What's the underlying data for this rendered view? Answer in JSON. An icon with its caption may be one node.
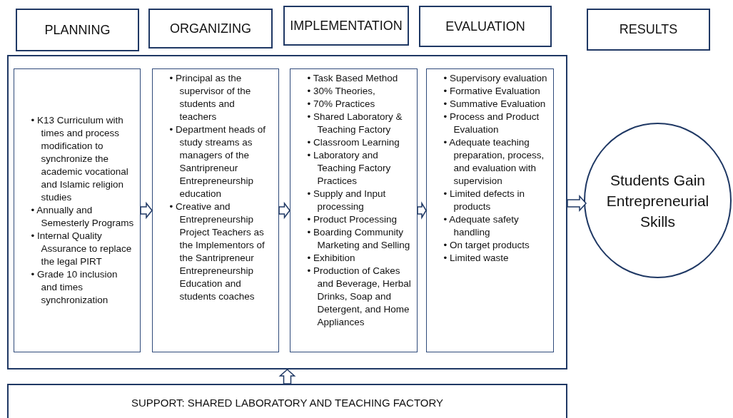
{
  "diagram": {
    "nodes": [
      {
        "text": [
          "PLANNING"
        ]
      },
      {
        "text": [
          "ORGANIZING"
        ]
      },
      {
        "text": [
          "IMPLEMENTATION"
        ]
      },
      {
        "text": [
          "EVALUATION"
        ]
      },
      {
        "text": [
          "RESULTS"
        ]
      },
      {
        "text": [],
        "shape": "box"
      },
      {
        "text": [
          "• K13 Curriculum with times and process modification to synchronize the academic vocational and Islamic religion studies",
          "• Annually and Semesterly Programs",
          "• Internal Quality Assurance to replace the legal PIRT",
          "• Grade 10 inclusion and times synchronization"
        ],
        "in": 5
      },
      {
        "text": [
          "• Principal as the supervisor of the students and teachers",
          "• Department heads of study streams as managers of the Santripreneur Entrepreneurship education",
          "• Creative and Entrepreneurship Project Teachers as the Implementors of the Santripreneur Entrepreneurship Education and students coaches"
        ],
        "in": 5
      },
      {
        "text": [
          "• Task Based Method",
          "• 30% Theories,",
          "• 70% Practices",
          "• Shared Laboratory & Teaching Factory",
          "• Classroom Learning",
          "• Laboratory and Teaching Factory Practices",
          "• Supply and Input processing",
          "• Product Processing",
          "• Boarding Community Marketing and Selling",
          "• Exhibition",
          "• Production of Cakes and Beverage, Herbal Drinks, Soap and Detergent, and Home Appliances"
        ],
        "in": 5
      },
      {
        "text": [
          "• Supervisory evaluation",
          "• Formative Evaluation",
          "• Summative Evaluation",
          "• Process and Product Evaluation",
          "• Adequate teaching preparation, process, and evaluation with supervision",
          "• Limited defects in products",
          "• Adequate safety handling",
          "• On target products",
          "• Limited waste"
        ],
        "in": 5
      },
      {
        "text": [
          "Students Gain Entrepreneurial Skills"
        ]
      },
      {
        "text": [
          "SUPPORT: SHARED LABORATORY AND TEACHING FACTORY"
        ]
      }
    ],
    "edges": [
      {
        "from": 6,
        "to": 7,
        "arrow": "to"
      },
      {
        "from": 7,
        "to": 8,
        "arrow": "to"
      },
      {
        "from": 8,
        "to": 9,
        "arrow": "to"
      },
      {
        "from": 5,
        "to": 10,
        "arrow": "to"
      },
      {
        "from": 11,
        "to": 5,
        "arrow": "to"
      }
    ]
  }
}
